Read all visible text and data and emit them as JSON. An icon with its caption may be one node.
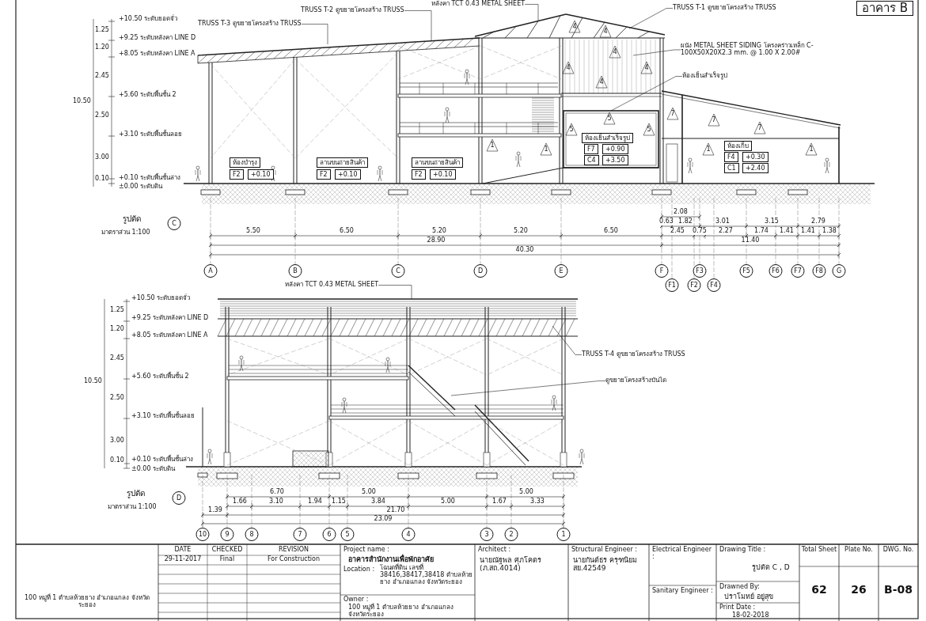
{
  "diagram": {
    "nodes": [
      {
        "text": [
          "TRUSS T-3 ดูขยายโครงสร้าง TRUSS"
        ]
      },
      {
        "text": [
          "TRUSS T-2 ดูขยายโครงสร้าง TRUSS"
        ]
      },
      {
        "text": [
          "หลังคา TCT 0.43 METAL SHEET"
        ]
      },
      {
        "text": [
          "TRUSS T-1 ดูขยายโครงสร้าง TRUSS"
        ]
      },
      {
        "text": [
          "ผนัง METAL SHEET SIDING โครงคร่าวเหล็ก C-100X50X20X2.3 mm. @ 1.00 X 2.00#"
        ]
      },
      {
        "text": [
          "ห้องเย็นสำเร็จรูป"
        ]
      },
      {
        "text": [
          "หลังคา TCT 0.43 METAL SHEET"
        ]
      },
      {
        "text": [
          "TRUSS T-4 ดูขยายโครงสร้าง TRUSS"
        ]
      },
      {
        "text": [
          "ดูขยายโครงสร้างบันได"
        ]
      },
      {
        "text": [],
        "shape": "box"
      }
    ],
    "edges": [
      {
        "from": 0,
        "to": null,
        "arrow": "none"
      },
      {
        "from": 1,
        "to": null,
        "arrow": "none"
      },
      {
        "from": 2,
        "to": null,
        "arrow": "none"
      },
      {
        "from": 3,
        "to": null,
        "arrow": "none"
      },
      {
        "from": 4,
        "to": null,
        "arrow": "none"
      },
      {
        "from": 5,
        "to": 9,
        "arrow": "none"
      },
      {
        "from": 6,
        "to": null,
        "arrow": "none"
      },
      {
        "from": 7,
        "to": null,
        "arrow": "none"
      },
      {
        "from": 8,
        "to": null,
        "arrow": "none"
      }
    ],
    "labels": [
      "อาคาร B",
      "+10.50 ระดับยอดจั่ว",
      "+9.25 ระดับหลังคา LINE D",
      "+8.05 ระดับหลังคา LINE A",
      "+5.60 ระดับพื้นชั้น 2",
      "+3.10 ระดับพื้นชั้นลอย",
      "+0.10 ระดับพื้นชั้นล่าง",
      "±0.00 ระดับดิน",
      "1.25",
      "1.20",
      "2.45",
      "2.50",
      "3.00",
      "10.50",
      "0.10",
      "ห้องบำรุง",
      "F2",
      "+0.10",
      "ลานขนถ่ายสินค้า",
      "F2",
      "+0.10",
      "ลานขนถ่ายสินค้า",
      "F2",
      "+0.10",
      "ห้องเย็นสำเร็จรูป",
      "F7",
      "+0.90",
      "C4",
      "+3.50",
      "ห้องเก็บ",
      "F4",
      "+0.30",
      "C1",
      "+2.40",
      "4",
      "4",
      "4",
      "4",
      "4",
      "4",
      "5",
      "5",
      "5",
      "7",
      "7",
      "7",
      "1",
      "1",
      "1",
      "1",
      "2.08",
      "0.63",
      "1.82",
      "3.01",
      "3.15",
      "2.79",
      "5.50",
      "6.50",
      "5.20",
      "5.20",
      "6.50",
      "2.45",
      "0.75",
      "2.27",
      "1.74",
      "1.41",
      "1.41",
      "1.38",
      "28.90",
      "11.40",
      "40.30",
      "A",
      "B",
      "C",
      "D",
      "E",
      "F",
      "F1",
      "F2",
      "F3",
      "F4",
      "F5",
      "F6",
      "F7",
      "F8",
      "G",
      "รูปตัด",
      "C",
      "มาตราส่วน 1:100",
      "+10.50 ระดับยอดจั่ว",
      "+9.25 ระดับหลังคา LINE D",
      "+8.05 ระดับหลังคา LINE A",
      "+5.60 ระดับพื้นชั้น 2",
      "+3.10 ระดับพื้นชั้นลอย",
      "+0.10 ระดับพื้นชั้นล่าง",
      "±0.00 ระดับดิน",
      "1.25",
      "1.20",
      "2.45",
      "2.50",
      "3.00",
      "10.50",
      "0.10",
      "รูปตัด",
      "D",
      "มาตราส่วน 1:100",
      "6.70",
      "5.00",
      "5.00",
      "1.66",
      "3.10",
      "1.94",
      "1.15",
      "3.84",
      "5.00",
      "1.67",
      "3.33",
      "1.39",
      "21.70",
      "23.09",
      "10",
      "9",
      "8",
      "7",
      "6",
      "5",
      "4",
      "3",
      "2",
      "1",
      "DATE",
      "CHECKED",
      "REVISION",
      "29-11-2017",
      "Final",
      "For Construction",
      "100 หมู่ที่ 1 ตำบลห้วยยาง อำเภอแกลง จังหวัดระยอง",
      "Project name :",
      "อาคารสำนักงานเพื่อพักอาศัย",
      "Location :",
      "โฉนดที่ดิน เลขที่ 38416,38417,38418 ตำบลห้วยยาง อำเภอแกลง จังหวัดระยอง",
      "Owner :",
      "100 หมู่ที่ 1 ตำบลห้วยยาง อำเภอแกลง จังหวัดระยอง",
      "Architect :",
      "นายณัฐพล ศุภโคตร (ภ.สถ.4014)",
      "Structural Engineer :",
      "นายกันต์ธร ครุฑนิยม สย.42549",
      "Electrical Engineer :",
      "Sanitary Engineer :",
      "Drawing Title :",
      "รูปตัด C , D",
      "Drawned By:",
      "ปราโมทย์ อยู่สุข",
      "Print Date :",
      "18-02-2018",
      "Total Sheet",
      "Plate No.",
      "DWG. No.",
      "62",
      "26",
      "B-08"
    ]
  }
}
